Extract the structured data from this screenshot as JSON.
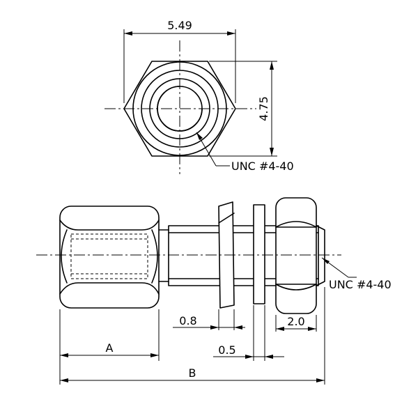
{
  "top_view": {
    "dim_width": "5.49",
    "dim_height": "4.75",
    "thread_callout": "UNC #4-40"
  },
  "side_view": {
    "dim_washer_gap": "0.8",
    "dim_washer_thickness": "0.5",
    "dim_nut_width": "2.0",
    "dim_a": "A",
    "dim_b": "B",
    "thread_callout": "UNC #4-40"
  }
}
